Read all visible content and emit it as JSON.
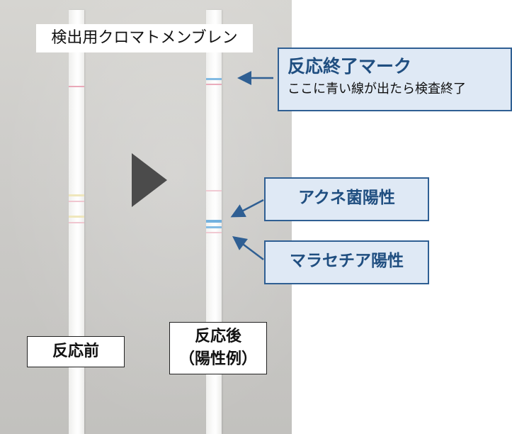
{
  "figure": {
    "title": "検出用クロマトメンブレン",
    "before_label": "反応前",
    "after_label_line1": "反応後",
    "after_label_line2": "（陽性例）",
    "callouts": {
      "end_mark_title": "反応終了マーク",
      "end_mark_desc": "ここに青い線が出たら検査終了",
      "acne": "アクネ菌陽性",
      "malassezia": "マラセチア陽性"
    },
    "colors": {
      "callout_border": "#2f5f93",
      "callout_fill": "#dfe9f5",
      "callout_text": "#1f4e80",
      "blue_line": "#74b3e0",
      "red_line": "#e8a3b4",
      "arrow_triangle": "#4b4b4b"
    }
  }
}
